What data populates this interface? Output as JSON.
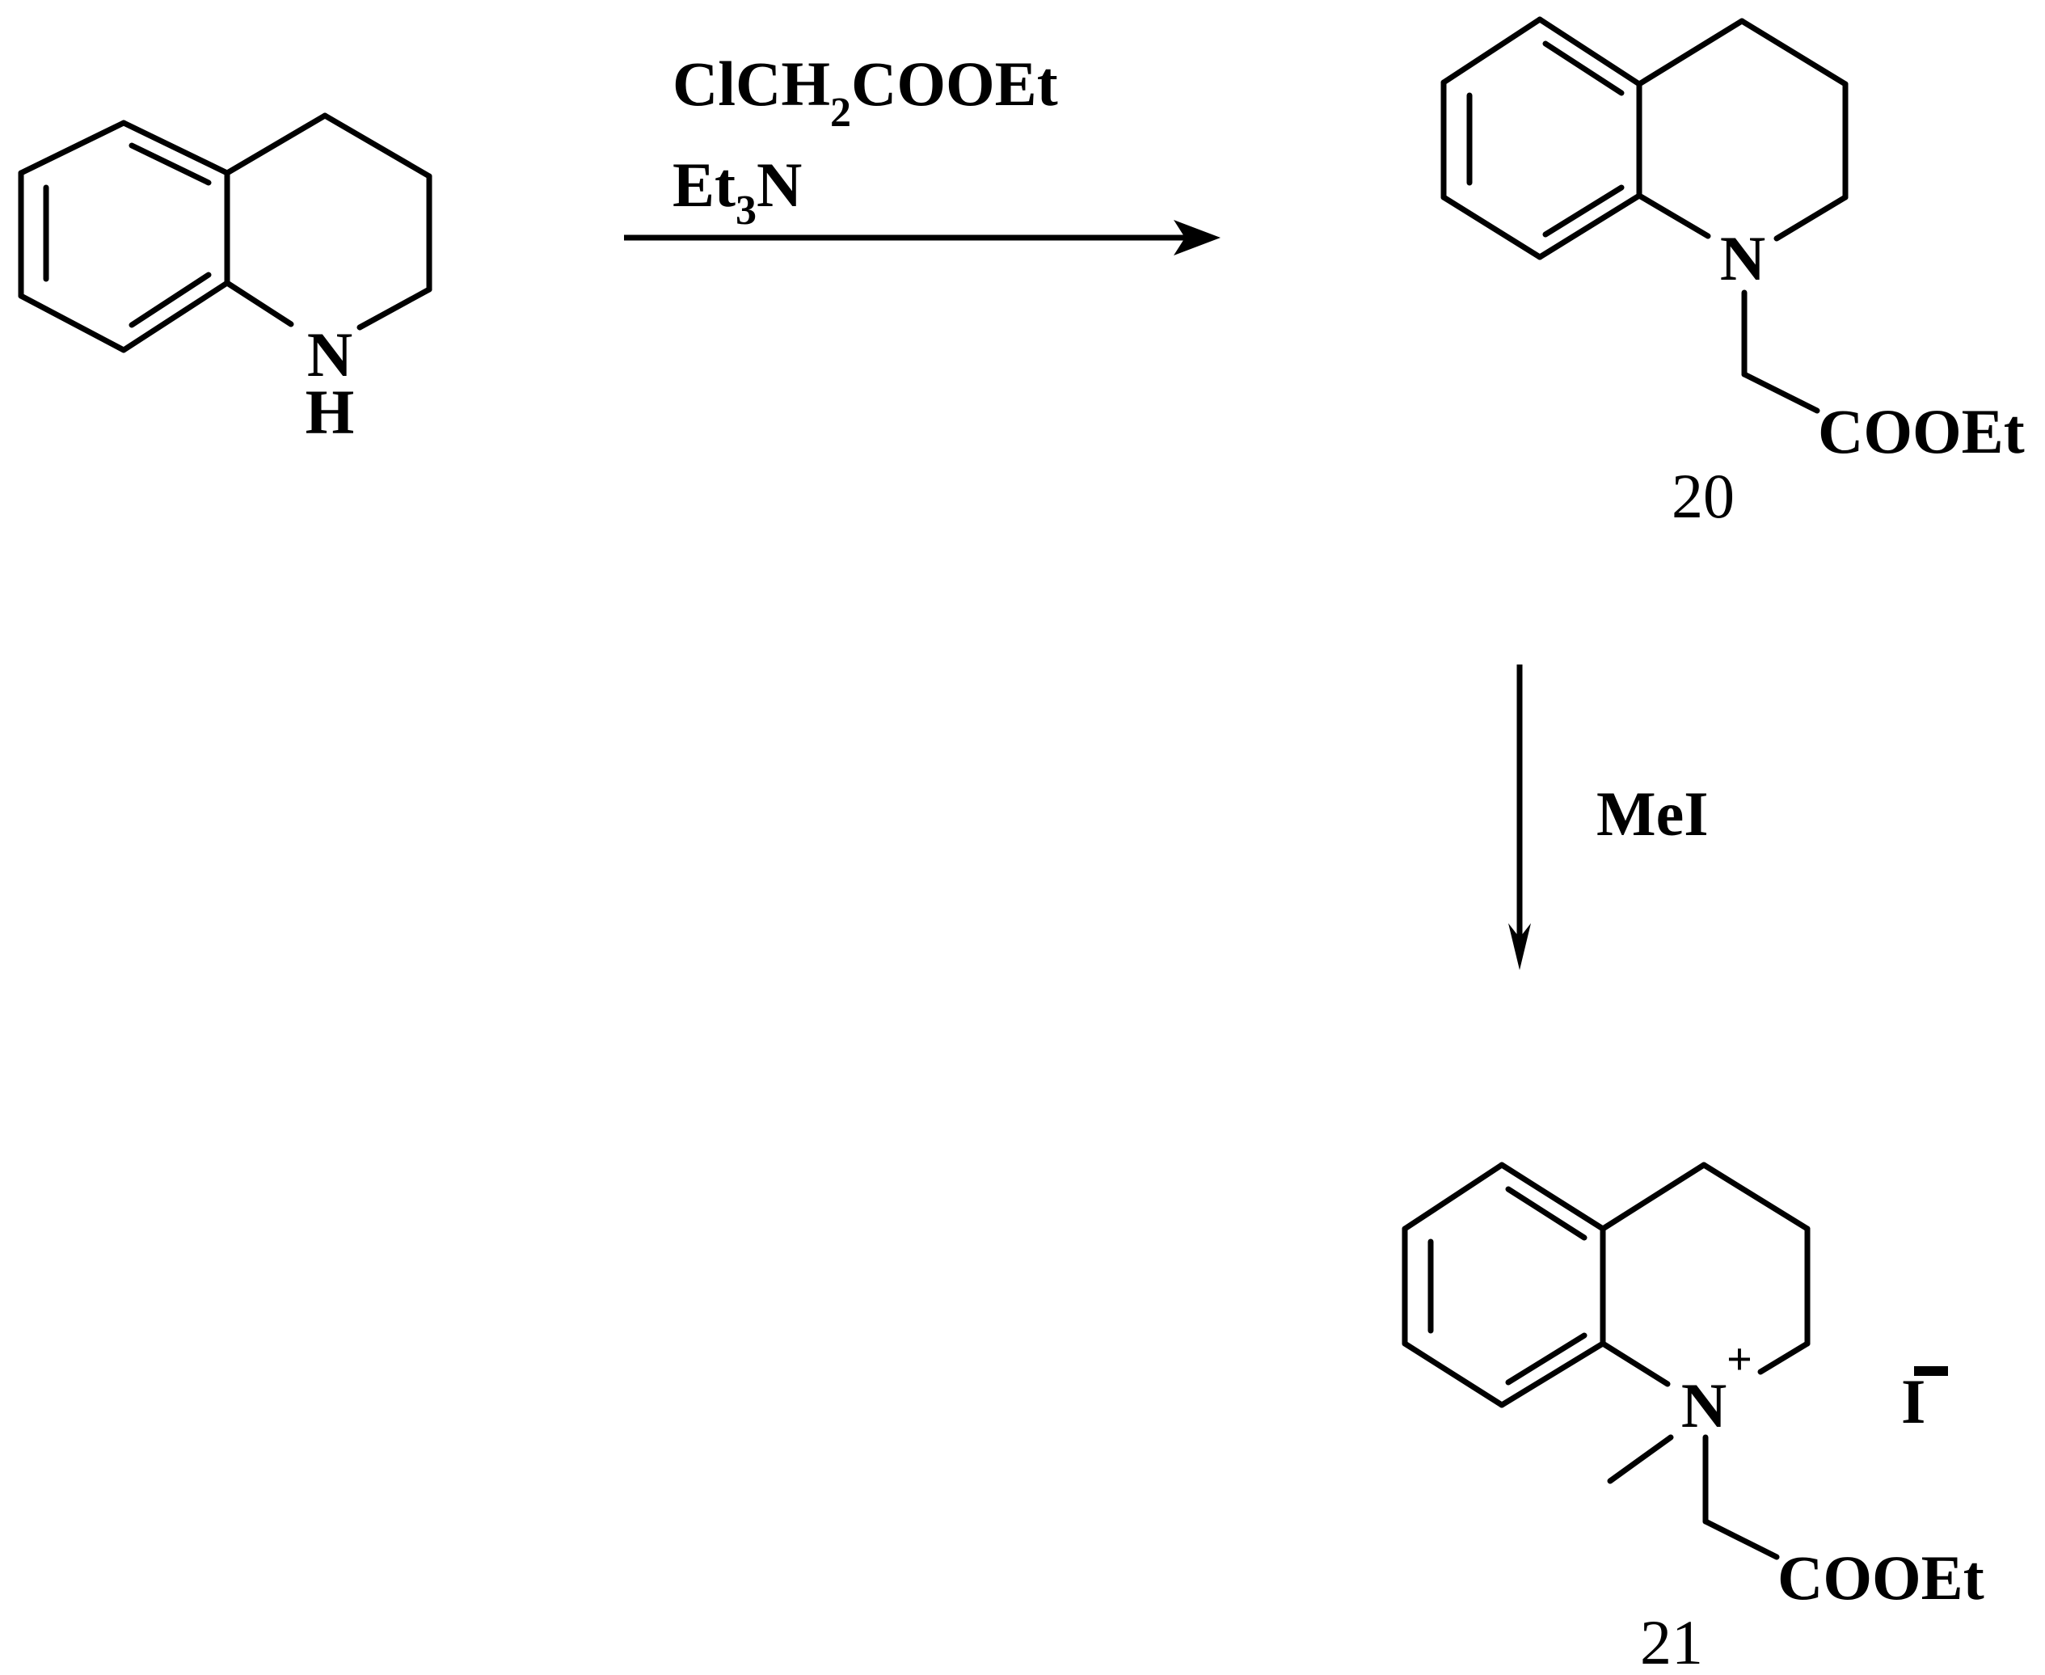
{
  "reagents_step1": {
    "line1_pre": "ClCH",
    "line1_sub": "2",
    "line1_post": "COOEt",
    "line2_pre": "Et",
    "line2_sub": "3",
    "line2_post": "N"
  },
  "reagents_step2": {
    "label": "MeI"
  },
  "starting_material": {
    "n_label": "N",
    "h_label": "H"
  },
  "compound_20": {
    "n_label": "N",
    "ester_label": "COOEt",
    "number": "20"
  },
  "compound_21": {
    "n_label": "N",
    "charge_plus": "+",
    "ester_label": "COOEt",
    "counterion": "I",
    "number": "21"
  },
  "colors": {
    "ink": "#000000",
    "background": "#ffffff"
  }
}
